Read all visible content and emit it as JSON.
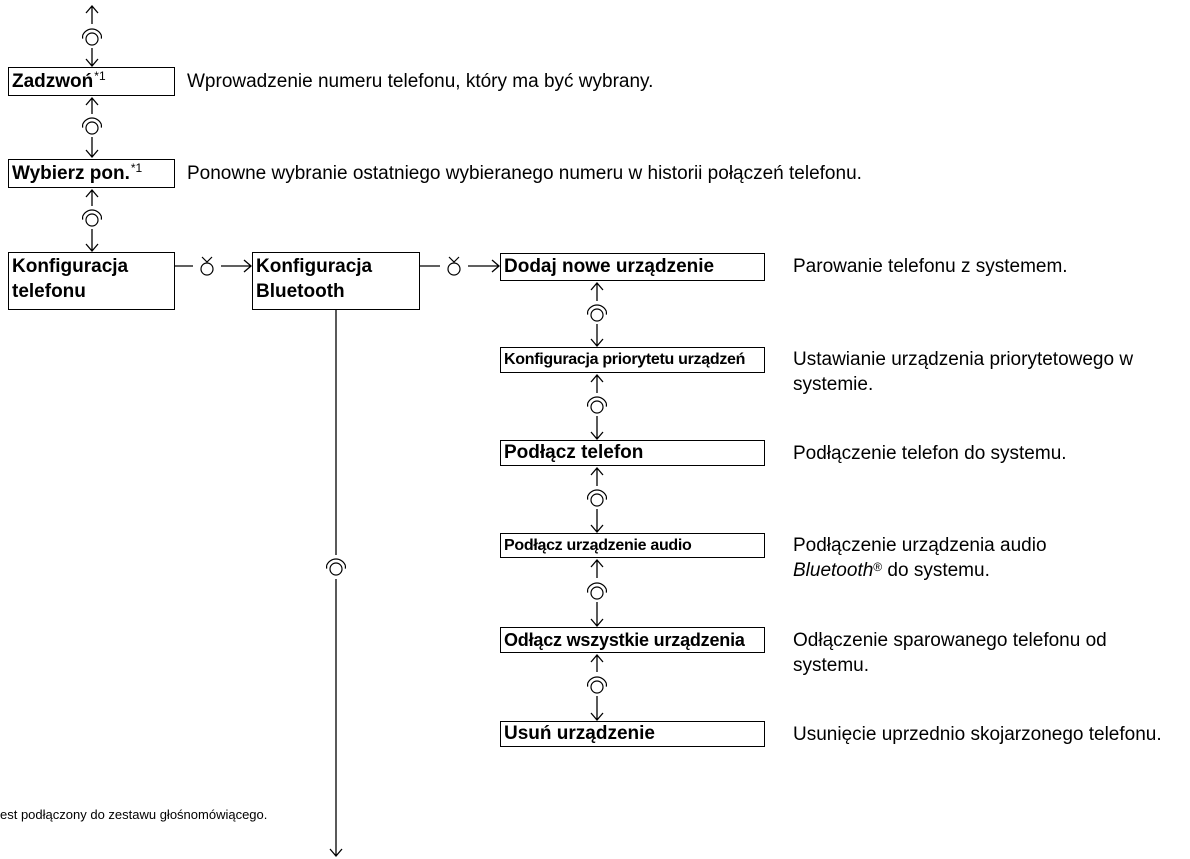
{
  "colors": {
    "ink": "#000000",
    "background": "#ffffff"
  },
  "icons": {
    "rotate": "rotate-dial-icon",
    "press": "press-dial-icon",
    "up": "up-arrow-icon",
    "down": "down-arrow-icon",
    "right": "right-arrow-icon"
  },
  "phone_menu": {
    "call": {
      "label": "Zadzwoń",
      "note": "*1",
      "description": "Wprowadzenie numeru telefonu, który ma być wybrany."
    },
    "redial": {
      "label": "Wybierz pon.",
      "note": "*1",
      "description": "Ponowne wybranie ostatniego wybieranego numeru w historii połączeń telefonu."
    },
    "phone_setup": {
      "label_lines": [
        "Konfiguracja",
        "telefonu"
      ]
    }
  },
  "bluetooth_setup": {
    "label_lines": [
      "Konfiguracja",
      "Bluetooth"
    ],
    "items": [
      {
        "label": "Dodaj nowe urządzenie",
        "description": [
          "Parowanie telefonu z systemem."
        ]
      },
      {
        "label": "Konfiguracja priorytetu urządzeń",
        "description": [
          "Ustawianie urządzenia priorytetowego w",
          "systemie."
        ]
      },
      {
        "label": "Podłącz telefon",
        "description": [
          "Podłączenie telefon do systemu."
        ]
      },
      {
        "label": "Podłącz urządzenie audio",
        "description": [
          "Podłączenie urządzenia audio"
        ],
        "description_line2": {
          "brand": "Bluetooth",
          "mark": "®",
          "rest": " do systemu."
        }
      },
      {
        "label": "Odłącz wszystkie urządzenia",
        "description": [
          "Odłączenie sparowanego telefonu od",
          "systemu."
        ]
      },
      {
        "label": "Usuń urządzenie",
        "description": [
          "Usunięcie uprzednio skojarzonego telefonu."
        ]
      }
    ]
  },
  "footnote": "est podłączony do zestawu głośnomówiącego."
}
